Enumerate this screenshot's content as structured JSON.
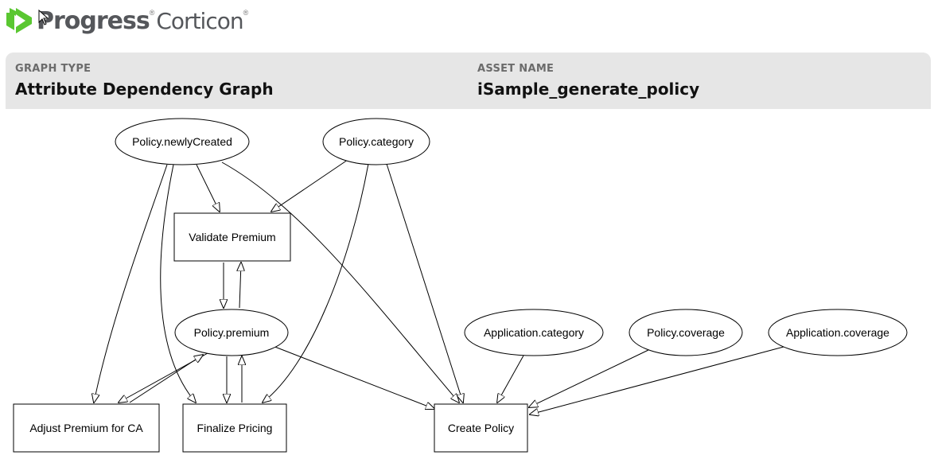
{
  "header": {
    "brand": "Progress",
    "brand_mark": "®",
    "product": "Corticon",
    "product_mark": "®",
    "graph_type_label": "GRAPH TYPE",
    "graph_type_value": "Attribute Dependency Graph",
    "asset_name_label": "ASSET NAME",
    "asset_name_value": "iSample_generate_policy"
  },
  "colors": {
    "brand_green": "#5ac731",
    "header_bg": "#e6e6e6",
    "text_gray": "#55575b"
  },
  "graph": {
    "attributes": [
      "Policy.newlyCreated",
      "Policy.category",
      "Policy.premium",
      "Application.category",
      "Policy.coverage",
      "Application.coverage"
    ],
    "rulesheets": [
      "Validate Premium",
      "Adjust Premium for CA",
      "Finalize Pricing",
      "Create Policy"
    ],
    "edges": [
      [
        "Policy.newlyCreated",
        "Validate Premium"
      ],
      [
        "Policy.newlyCreated",
        "Adjust Premium for CA"
      ],
      [
        "Policy.newlyCreated",
        "Finalize Pricing"
      ],
      [
        "Policy.newlyCreated",
        "Create Policy"
      ],
      [
        "Policy.category",
        "Validate Premium"
      ],
      [
        "Policy.category",
        "Finalize Pricing"
      ],
      [
        "Policy.category",
        "Create Policy"
      ],
      [
        "Validate Premium",
        "Policy.premium"
      ],
      [
        "Policy.premium",
        "Validate Premium"
      ],
      [
        "Policy.premium",
        "Adjust Premium for CA"
      ],
      [
        "Adjust Premium for CA",
        "Policy.premium"
      ],
      [
        "Policy.premium",
        "Finalize Pricing"
      ],
      [
        "Finalize Pricing",
        "Policy.premium"
      ],
      [
        "Policy.premium",
        "Create Policy"
      ],
      [
        "Application.category",
        "Create Policy"
      ],
      [
        "Policy.coverage",
        "Create Policy"
      ],
      [
        "Application.coverage",
        "Create Policy"
      ]
    ]
  }
}
